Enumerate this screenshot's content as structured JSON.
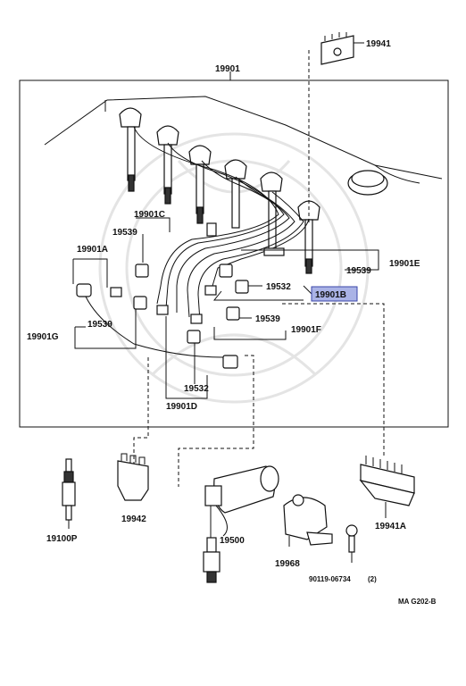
{
  "parts": {
    "p19901": "19901",
    "p19941": "19941",
    "p19901C": "19901C",
    "p19901A": "19901A",
    "p19539_top": "19539",
    "p19539_right": "19539",
    "p19539_mid": "19539",
    "p19539_left": "19539",
    "p19901E": "19901E",
    "p19532_right": "19532",
    "p19901B": "19901B",
    "p19901F": "19901F",
    "p19901G": "19901G",
    "p19532_bottom": "19532",
    "p19901D": "19901D",
    "p19100P": "19100P",
    "p19942": "19942",
    "p19500": "19500",
    "p19968": "19968",
    "p19941A": "19941A",
    "p90119": "90119-06734",
    "p90119_qty": "(2)"
  },
  "footer_code": "MA  G202-B",
  "highlight_color": "#aab3e6"
}
